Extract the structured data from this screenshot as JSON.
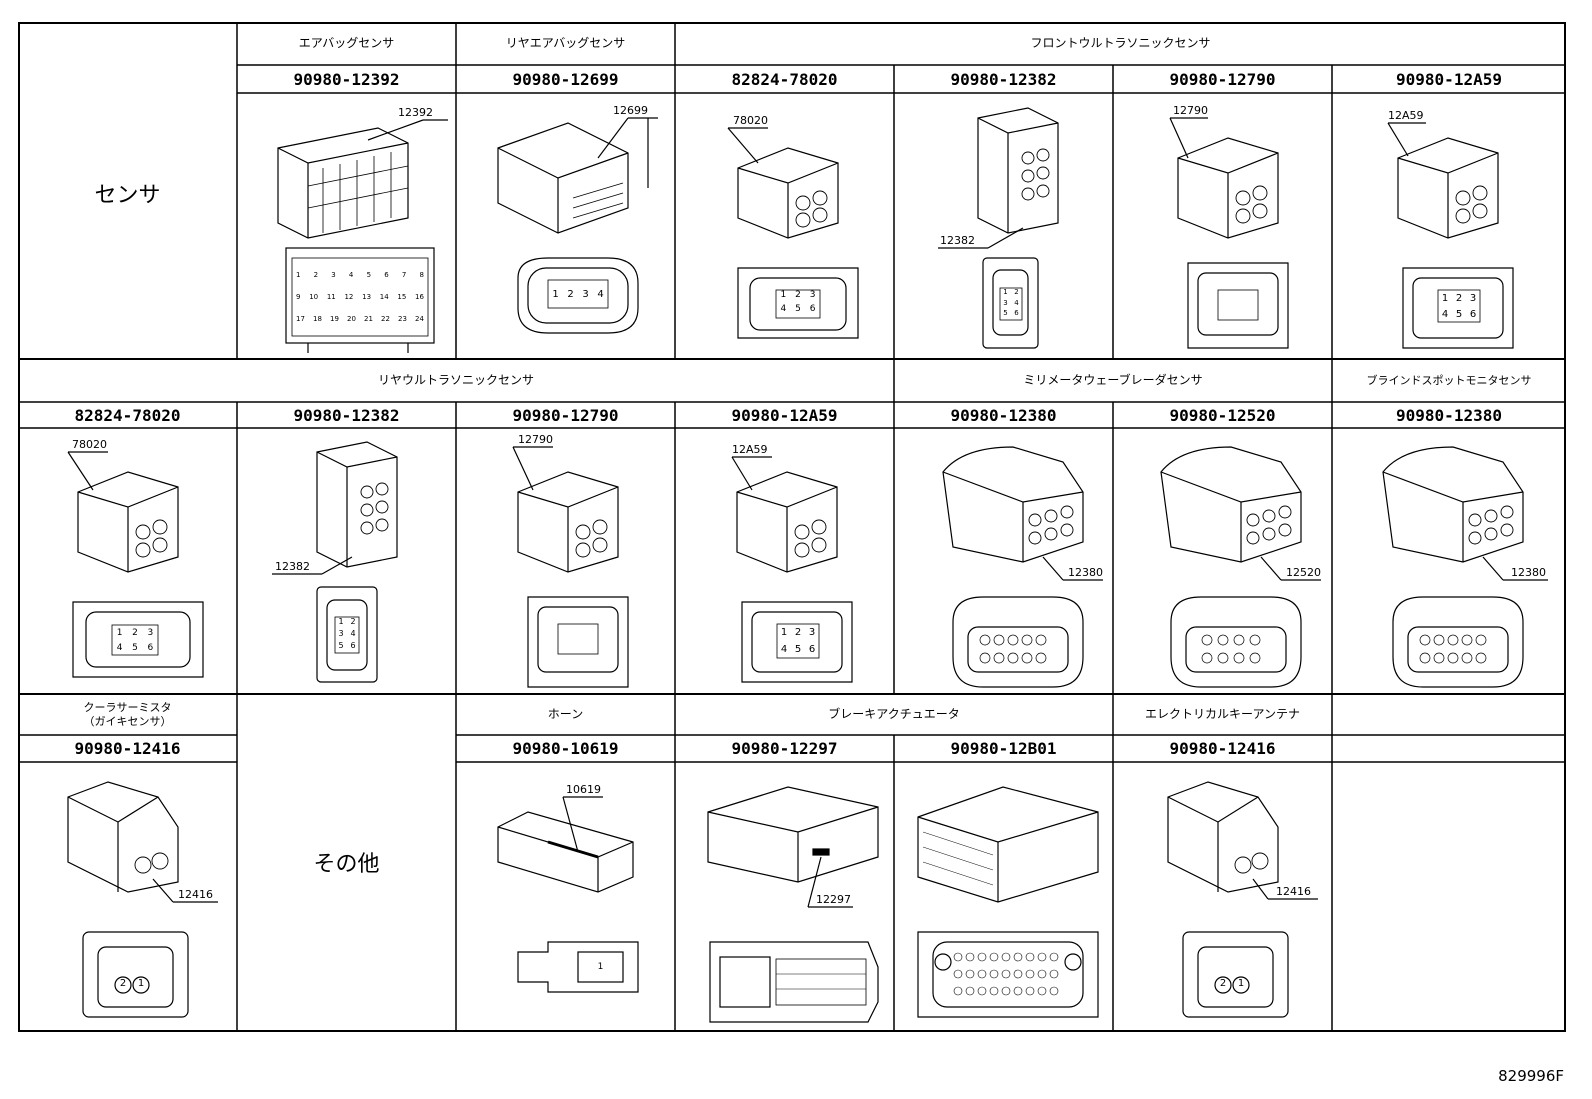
{
  "sidebar": {
    "sensor": "センサ",
    "other": "その他"
  },
  "row1": {
    "groups": [
      "エアバッグセンサ",
      "リヤエアバッグセンサ",
      "フロントウルトラソニックセンサ"
    ],
    "parts": [
      "90980-12392",
      "90980-12699",
      "82824-78020",
      "90980-12382",
      "90980-12790",
      "90980-12A59"
    ],
    "tags": [
      "12392",
      "12699",
      "78020",
      "12382",
      "12790",
      "12A59"
    ]
  },
  "row2": {
    "groups": [
      "リヤウルトラソニックセンサ",
      "ミリメータウェーブレーダセンサ",
      "ブラインドスポットモニタセンサ"
    ],
    "parts": [
      "82824-78020",
      "90980-12382",
      "90980-12790",
      "90980-12A59",
      "90980-12380",
      "90980-12520",
      "90980-12380"
    ],
    "tags": [
      "78020",
      "12382",
      "12790",
      "12A59",
      "12380",
      "12520",
      "12380"
    ]
  },
  "row3": {
    "cooler_line1": "クーラサーミスタ",
    "cooler_line2": "（ガイキセンサ）",
    "groups": [
      "ホーン",
      "ブレーキアクチュエータ",
      "エレクトリカルキーアンテナ"
    ],
    "parts": [
      "90980-12416",
      "90980-10619",
      "90980-12297",
      "90980-12B01",
      "90980-12416"
    ],
    "tags": [
      "12416",
      "10619",
      "12297",
      "12416"
    ]
  },
  "pins": {
    "p4": [
      "1",
      "2",
      "3",
      "4"
    ],
    "p6": [
      "1",
      "2",
      "3",
      "4",
      "5",
      "6"
    ],
    "p2": [
      "2",
      "1"
    ],
    "p1": [
      "1"
    ],
    "air_row1": [
      "1",
      "2",
      "3",
      "4",
      "5",
      "6",
      "7",
      "8"
    ],
    "air_row2": [
      "9",
      "10",
      "11",
      "12",
      "13",
      "14",
      "15",
      "16"
    ],
    "air_row3": [
      "17",
      "18",
      "19",
      "20",
      "21",
      "22",
      "23",
      "24"
    ]
  },
  "reference": "829996F"
}
